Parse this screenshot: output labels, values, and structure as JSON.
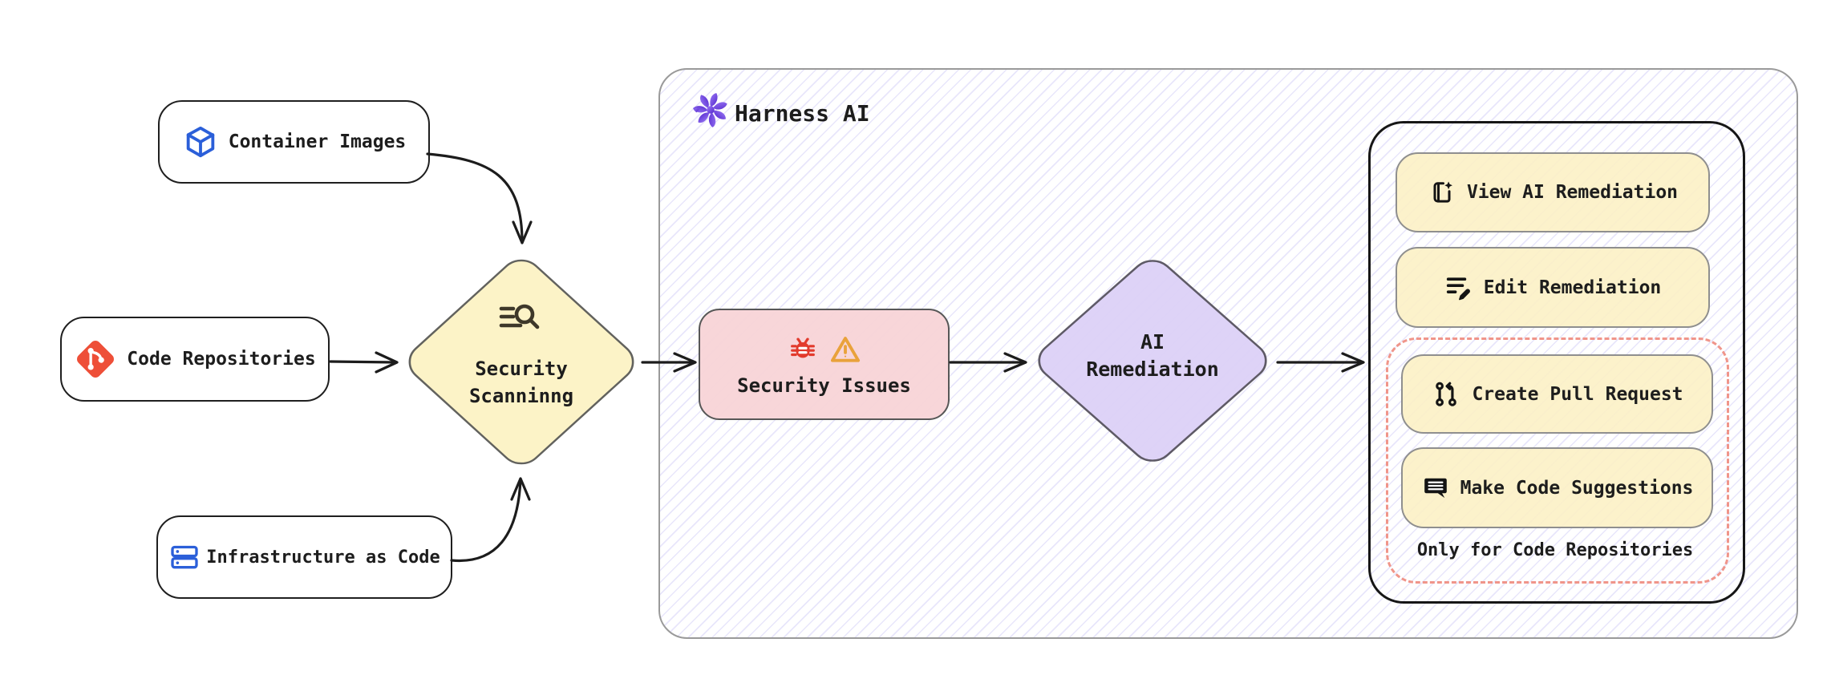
{
  "sources": {
    "container_images": "Container Images",
    "code_repositories": "Code Repositories",
    "infrastructure_as_code": "Infrastructure as Code"
  },
  "scanning": {
    "line1": "Security",
    "line2": "Scanninng"
  },
  "harness": {
    "title": "Harness AI"
  },
  "issues": {
    "label": "Security Issues"
  },
  "remediation": {
    "line1": "AI",
    "line2": "Remediation"
  },
  "actions": {
    "view": "View AI Remediation",
    "edit": "Edit Remediation",
    "create_pr": "Create Pull Request",
    "suggestions": "Make Code Suggestions",
    "note": "Only for Code Repositories"
  },
  "colors": {
    "node_yellow": "#FCF3C7",
    "node_pink": "#F8D3D6",
    "node_purple": "#DCD0F6",
    "hatch_purple": "#6E64E6",
    "dashed_red": "#F0958A",
    "git_orange": "#EE4F38",
    "icon_blue": "#2B5FD9",
    "bug_red": "#E23A2C",
    "warning_orange": "#E9A23B",
    "harness_purple": "#5B2FD8",
    "arrow_black": "#1C1C1C"
  }
}
